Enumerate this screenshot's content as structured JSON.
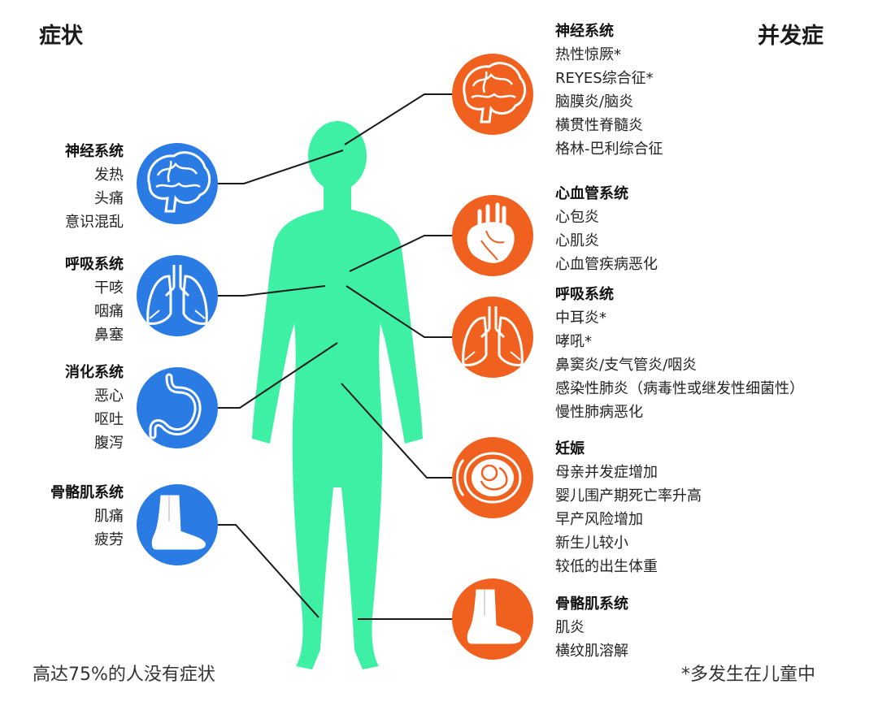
{
  "headings": {
    "symptoms": "症状",
    "complications": "并发症"
  },
  "colors": {
    "body": "#3ef0a4",
    "symptom_circle": "#2a7be4",
    "complication_circle": "#f0601e",
    "connector": "#1a1a1a"
  },
  "symptoms": [
    {
      "title": "神经系统",
      "icon": "brain-icon",
      "items": [
        "发热",
        "头痛",
        "意识混乱"
      ]
    },
    {
      "title": "呼吸系统",
      "icon": "lungs-icon",
      "items": [
        "干咳",
        "咽痛",
        "鼻塞"
      ]
    },
    {
      "title": "消化系统",
      "icon": "stomach-icon",
      "items": [
        "恶心",
        "呕吐",
        "腹泻"
      ]
    },
    {
      "title": "骨骼肌系统",
      "icon": "foot-icon",
      "items": [
        "肌痛",
        "疲劳"
      ]
    }
  ],
  "complications": [
    {
      "title": "神经系统",
      "icon": "brain-icon",
      "items": [
        "热性惊厥*",
        "REYES综合征*",
        "脑膜炎/脑炎",
        "横贯性脊髓炎",
        "格林-巴利综合征"
      ]
    },
    {
      "title": "心血管系统",
      "icon": "heart-icon",
      "items": [
        "心包炎",
        "心肌炎",
        "心血管疾病恶化"
      ]
    },
    {
      "title": "呼吸系统",
      "icon": "lungs-icon",
      "items": [
        "中耳炎*",
        "哮吼*",
        "鼻窦炎/支气管炎/咽炎",
        "感染性肺炎（病毒性或继发性细菌性）",
        "慢性肺病恶化"
      ]
    },
    {
      "title": "妊娠",
      "icon": "fetus-icon",
      "items": [
        "母亲并发症增加",
        "婴儿围产期死亡率升高",
        "早产风险增加",
        "新生儿较小",
        "较低的出生体重"
      ]
    },
    {
      "title": "骨骼肌系统",
      "icon": "foot-icon",
      "items": [
        "肌炎",
        "横纹肌溶解"
      ]
    }
  ],
  "footnotes": {
    "left": "高达75%的人没有症状",
    "right": "*多发生在儿童中"
  }
}
